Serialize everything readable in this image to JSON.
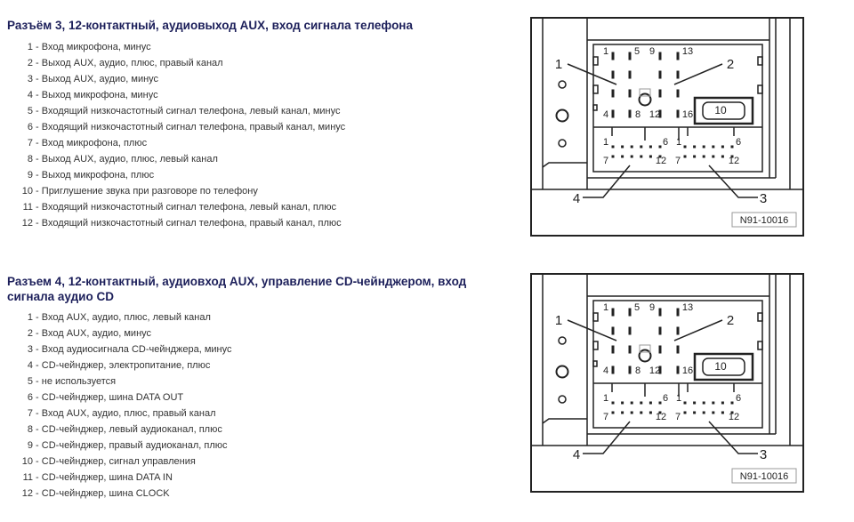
{
  "sections": [
    {
      "title": "Разъём 3, 12-контактный, аудиовыход AUX, вход сигнала телефона",
      "items": [
        {
          "num": "1",
          "text": "Вход микрофона, минус"
        },
        {
          "num": "2",
          "text": "Выход AUX, аудио, плюс, правый канал"
        },
        {
          "num": "3",
          "text": "Выход AUX, аудио, минус"
        },
        {
          "num": "4",
          "text": "Выход микрофона, минус"
        },
        {
          "num": "5",
          "text": "Входящий низкочастотный сигнал телефона, левый канал, минус"
        },
        {
          "num": "6",
          "text": "Входящий низкочастотный сигнал телефона, правый канал, минус"
        },
        {
          "num": "7",
          "text": "Вход микрофона, плюс"
        },
        {
          "num": "8",
          "text": "Выход AUX, аудио, плюс, левый канал"
        },
        {
          "num": "9",
          "text": "Выход микрофона, плюс"
        },
        {
          "num": "10",
          "text": "Приглушение звука при разговоре по телефону"
        },
        {
          "num": "11",
          "text": "Входящий низкочастотный сигнал телефона, левый канал, плюс"
        },
        {
          "num": "12",
          "text": "Входящий низкочастотный сигнал телефона, правый канал, плюс"
        }
      ],
      "diagram": {
        "code": "N91-10016"
      }
    },
    {
      "title": "Разъем 4, 12-контактный, аудиовход AUX, управление CD-чейнджером, вход сигнала аудио CD",
      "items": [
        {
          "num": "1",
          "text": "Вход AUX, аудио, плюс, левый канал"
        },
        {
          "num": "2",
          "text": "Вход AUX, аудио, минус"
        },
        {
          "num": "3",
          "text": "Вход аудиосигнала CD-чейнджера, минус"
        },
        {
          "num": "4",
          "text": "CD-чейнджер, электропитание, плюс"
        },
        {
          "num": "5",
          "text": "не используется"
        },
        {
          "num": "6",
          "text": "CD-чейнджер, шина DATA OUT"
        },
        {
          "num": "7",
          "text": "Вход AUX, аудио, плюс, правый канал"
        },
        {
          "num": "8",
          "text": "CD-чейнджер, левый аудиоканал, плюс"
        },
        {
          "num": "9",
          "text": "CD-чейнджер, правый аудиоканал, плюс"
        },
        {
          "num": "10",
          "text": "CD-чейнджер, сигнал управления"
        },
        {
          "num": "11",
          "text": "CD-чейнджер, шина DATA IN"
        },
        {
          "num": "12",
          "text": "CD-чейнджер, шина CLOCK"
        }
      ],
      "diagram": {
        "code": "N91-10016"
      }
    }
  ],
  "diagram_labels": {
    "callouts": [
      "1",
      "2",
      "3",
      "4"
    ],
    "top_pins": [
      "1",
      "5",
      "9",
      "13",
      "4",
      "8",
      "12",
      "16"
    ],
    "fuse": "10",
    "bottom_left": [
      "1",
      "6",
      "7",
      "12"
    ],
    "bottom_right": [
      "1",
      "6",
      "7",
      "12"
    ]
  }
}
